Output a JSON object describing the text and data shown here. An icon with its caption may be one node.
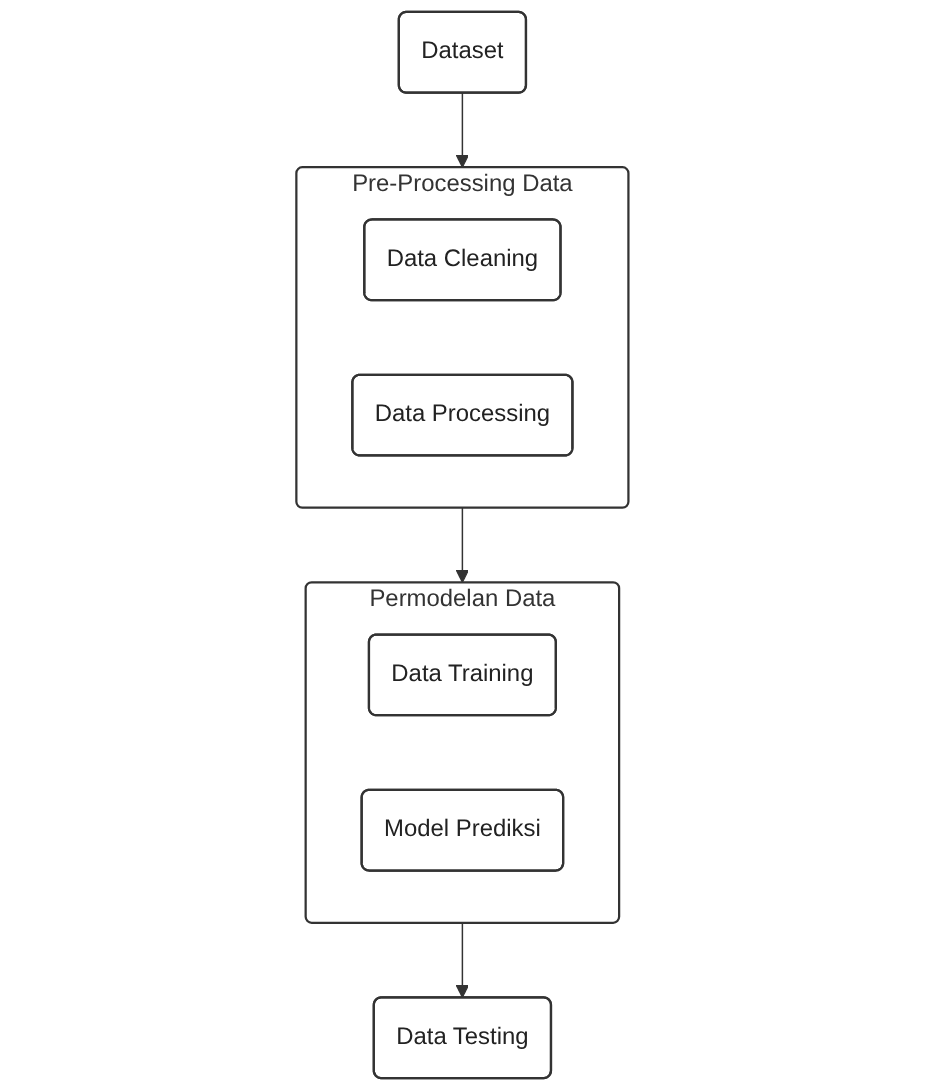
{
  "diagram": {
    "nodes": [
      {
        "text": [
          "Dataset"
        ]
      },
      {
        "text": [
          "Pre-Processing Data"
        ]
      },
      {
        "text": [
          "Data Cleaning"
        ],
        "in": 1
      },
      {
        "text": [
          "Data Processing"
        ],
        "in": 1
      },
      {
        "text": [
          "Permodelan Data"
        ]
      },
      {
        "text": [
          "Data Training"
        ],
        "in": 4
      },
      {
        "text": [
          "Model Prediksi"
        ],
        "in": 4
      },
      {
        "text": [
          "Data Testing"
        ]
      }
    ],
    "edges": [
      {
        "from": 0,
        "to": 1,
        "arrow": "to"
      },
      {
        "from": 1,
        "to": 4,
        "arrow": "to"
      },
      {
        "from": 4,
        "to": 7,
        "arrow": "to"
      }
    ]
  }
}
